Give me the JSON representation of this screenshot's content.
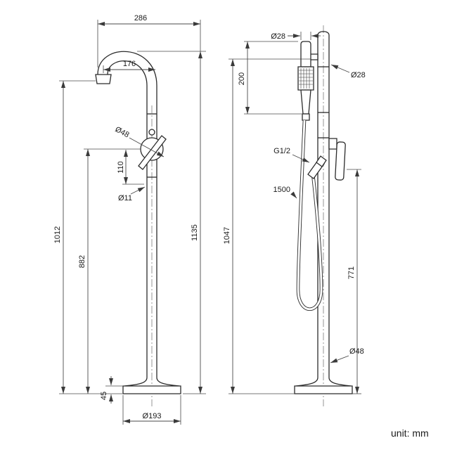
{
  "page": {
    "unit_label": "unit: mm"
  },
  "front_view": {
    "dims": {
      "overall_width": "286",
      "spout_reach": "176",
      "valve_diameter": "Ø48",
      "handle_offset": "110",
      "hose_pipe_diameter": "Ø11",
      "overall_height": "1135",
      "spout_outlet_height": "1012",
      "mixer_height": "882",
      "base_thickness": "45",
      "base_diameter": "Ø193"
    }
  },
  "side_view": {
    "dims": {
      "handshower_diameter": "Ø28",
      "spout_pipe_diameter": "Ø28",
      "handshower_length": "200",
      "inlet_connection": "G1/2",
      "hose_length": "1500",
      "column_height": "1047",
      "handle_height": "771",
      "column_diameter": "Ø48"
    }
  }
}
